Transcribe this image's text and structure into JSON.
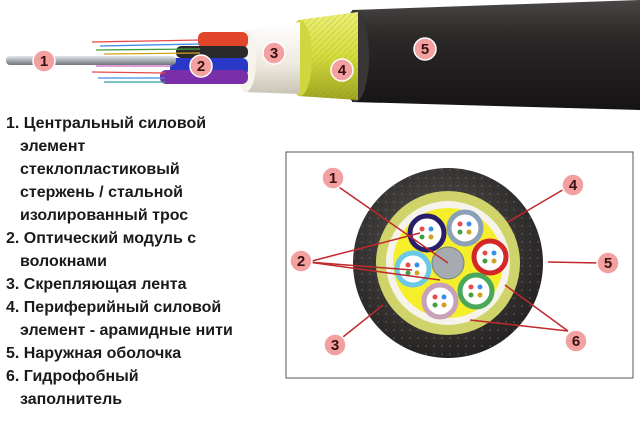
{
  "legend": [
    {
      "num": "1.",
      "lines": [
        "Центральный силовой",
        "элемент",
        "стеклопластиковый",
        "стержень / стальной",
        "изолированный трос"
      ]
    },
    {
      "num": "2.",
      "lines": [
        "Оптический модуль с",
        "волокнами"
      ]
    },
    {
      "num": "3.",
      "lines": [
        "Скрепляющая лента"
      ]
    },
    {
      "num": "4.",
      "lines": [
        "Периферийный силовой",
        "элемент - арамидные нити"
      ]
    },
    {
      "num": "5.",
      "lines": [
        "Наружная оболочка"
      ]
    },
    {
      "num": "6.",
      "lines": [
        "Гидрофобный",
        "заполнитель"
      ]
    }
  ],
  "cable_badges": [
    "1",
    "2",
    "3",
    "4",
    "5"
  ],
  "cross_badges": [
    "1",
    "2",
    "3",
    "4",
    "5",
    "6"
  ],
  "colors": {
    "badge_fill": "#f2a0a0",
    "outer_sheath": "#2e2b2b",
    "aramid_yellow": "#d8e24a",
    "tape_white": "#f4f2e8",
    "filler_yellow": "#f5ee2a",
    "center_rod": "#9ea3a8"
  }
}
